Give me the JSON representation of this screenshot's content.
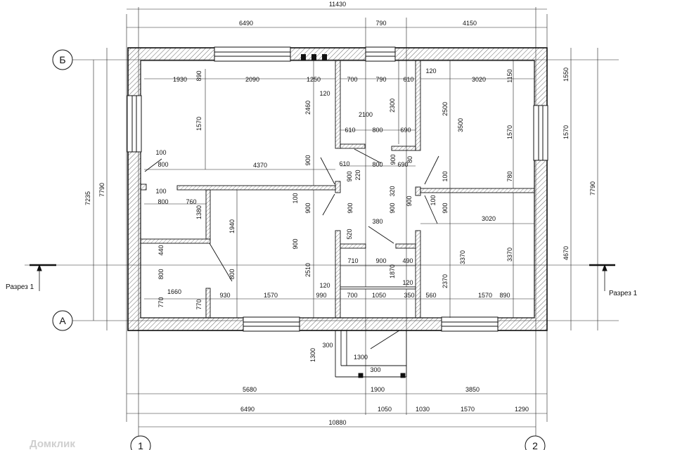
{
  "drawing": {
    "axes": {
      "b": "Б",
      "a": "А",
      "n1": "1",
      "n2": "2"
    },
    "section": {
      "left": "Разрез 1",
      "right": "Разрез 1"
    },
    "watermark": "Домклик",
    "dims_top": [
      "11430",
      "6490",
      "790",
      "4150"
    ],
    "dims_bottom": [
      "5680",
      "1900",
      "3850",
      "6490",
      "1050",
      "1030",
      "1570",
      "1290",
      "10880"
    ],
    "dims_left": [
      "7235",
      "7790"
    ],
    "dims_right": [
      "1550",
      "1570",
      "4670",
      "7790"
    ],
    "dims_rooms": [
      "1930",
      "890",
      "2090",
      "1250",
      "700",
      "790",
      "610",
      "120",
      "3020",
      "1150",
      "120",
      "1570",
      "2460",
      "2300",
      "2100",
      "2500",
      "3500",
      "1570",
      "610",
      "800",
      "690",
      "100",
      "800",
      "4370",
      "900",
      "610",
      "900",
      "800",
      "690",
      "900",
      "80",
      "220",
      "100",
      "780",
      "100",
      "800",
      "100",
      "900",
      "320",
      "900",
      "100",
      "1380",
      "760",
      "1940",
      "900",
      "900",
      "380",
      "3020",
      "900",
      "520",
      "440",
      "710",
      "900",
      "490",
      "3370",
      "3370",
      "800",
      "800",
      "2370",
      "1870",
      "2510",
      "1660",
      "120",
      "120",
      "770",
      "930",
      "1570",
      "990",
      "700",
      "1050",
      "350",
      "560",
      "1570",
      "890",
      "770",
      "300",
      "1300",
      "1300",
      "300",
      "900"
    ]
  }
}
